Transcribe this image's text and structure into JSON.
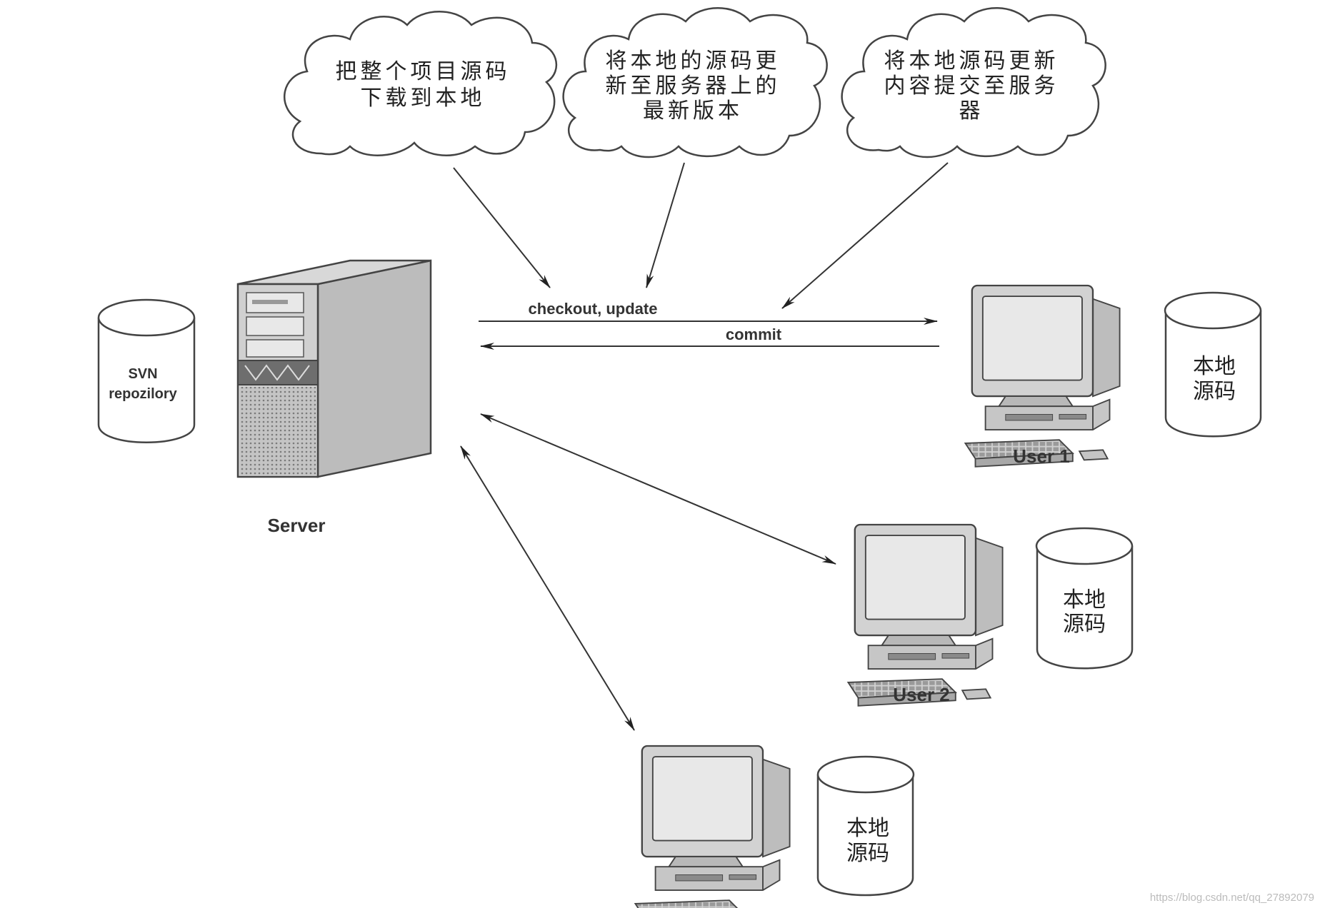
{
  "clouds": [
    {
      "lines": [
        "把整个项目源码",
        "下载到本地"
      ]
    },
    {
      "lines": [
        "将本地的源码更",
        "新至服务器上的",
        "最新版本"
      ]
    },
    {
      "lines": [
        "将本地源码更新",
        "内容提交至服务",
        "器"
      ]
    }
  ],
  "server": {
    "label": "Server",
    "repo_lines": [
      "SVN",
      "repozilory"
    ]
  },
  "arrows": {
    "checkout": "checkout, update",
    "commit": "commit"
  },
  "users": [
    {
      "label": "User 1",
      "repo_lines": [
        "本地",
        "源码"
      ]
    },
    {
      "label": "User 2",
      "repo_lines": [
        "本地",
        "源码"
      ]
    },
    {
      "label": "",
      "repo_lines": [
        "本地",
        "源码"
      ]
    }
  ],
  "watermark": "https://blog.csdn.net/qq_27892079",
  "colors": {
    "line": "#333333",
    "outline": "#555555",
    "fill_gray": "#c8c8c8",
    "dark_gray": "#888888"
  }
}
